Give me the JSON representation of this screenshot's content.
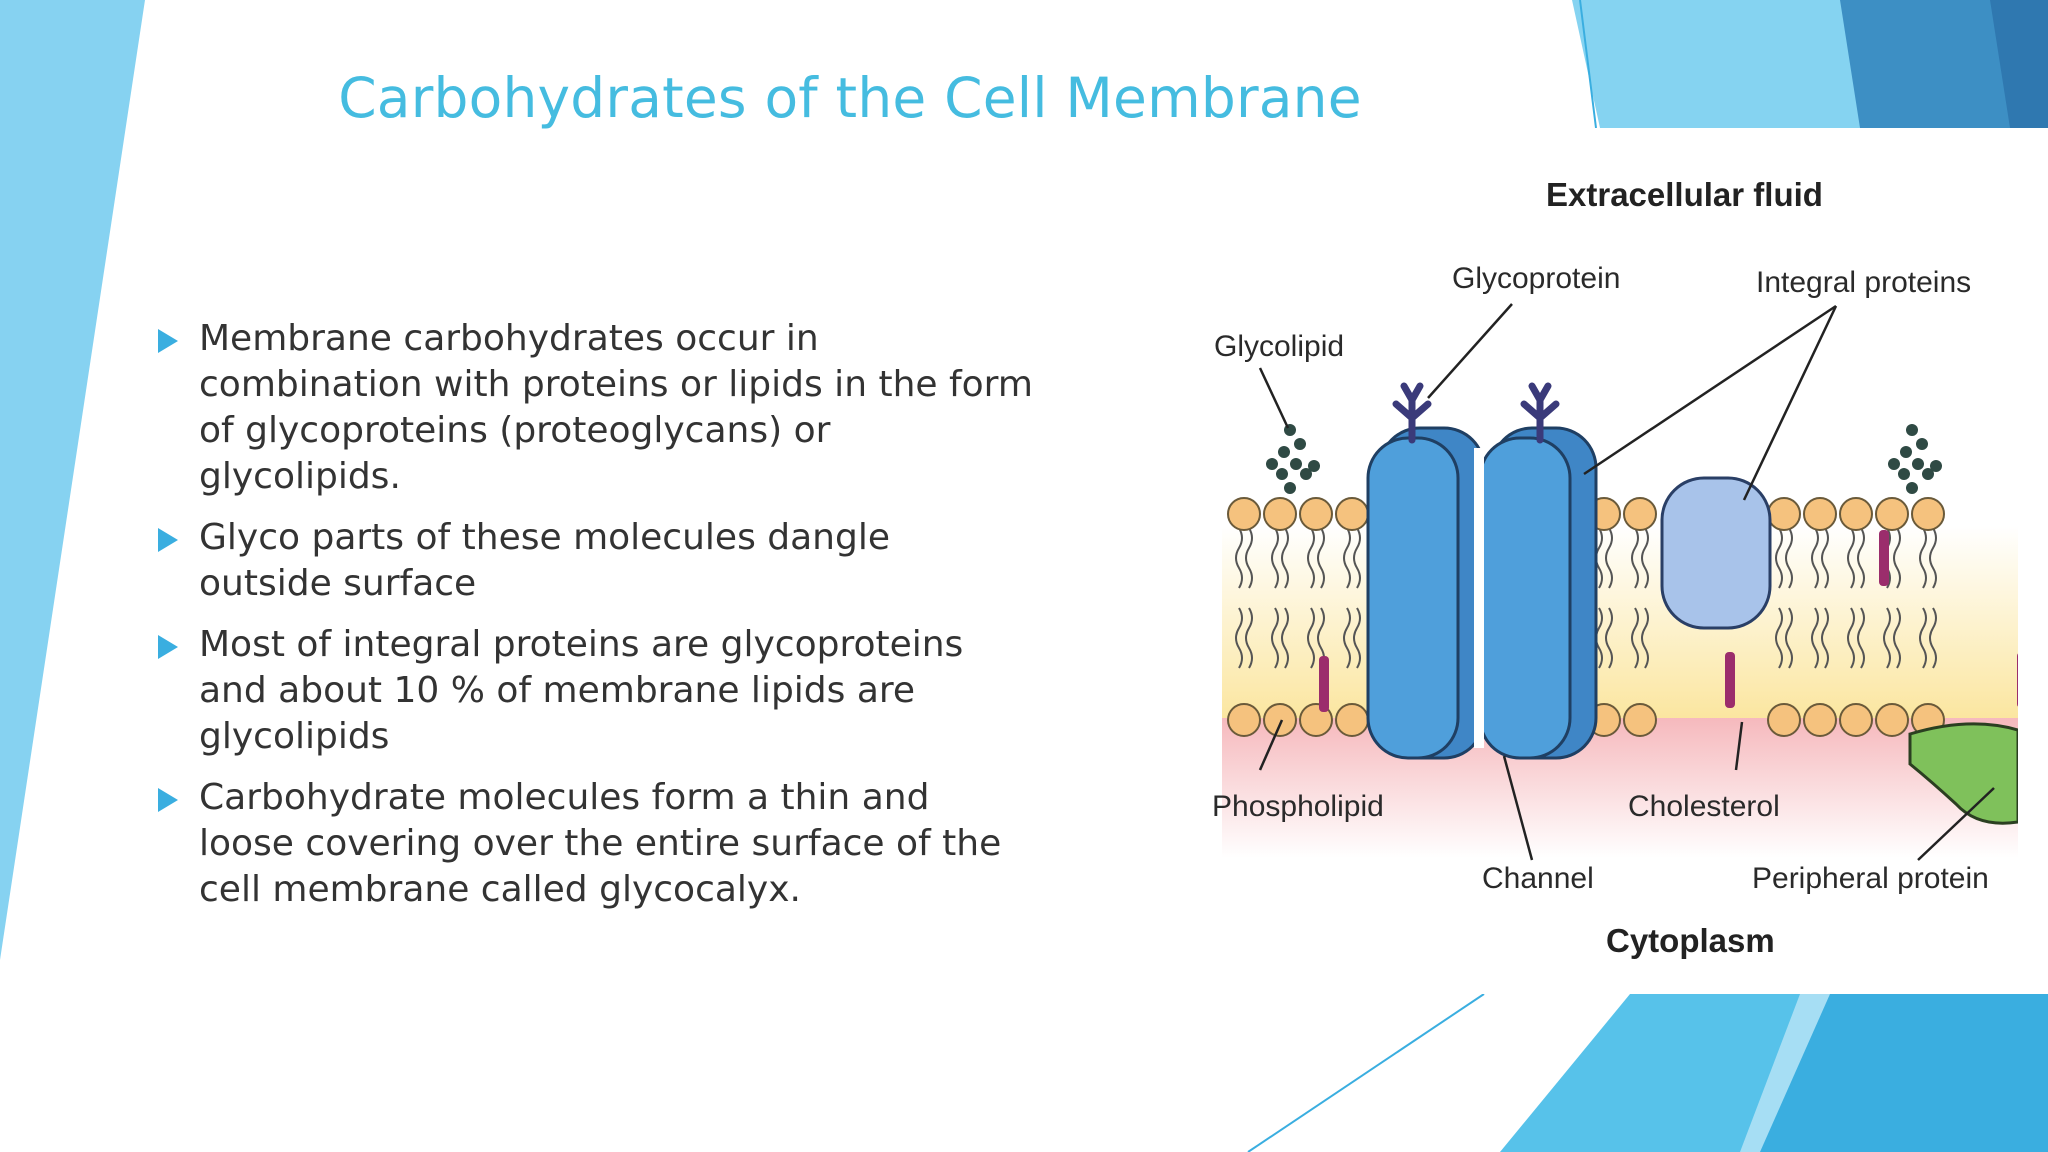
{
  "slide": {
    "title": "Carbohydrates of the Cell Membrane",
    "bullets": [
      "Membrane carbohydrates occur in combination with proteins or lipids in the form of glycoproteins (proteoglycans) or glycolipids.",
      "Glyco parts of these molecules dangle outside surface",
      "Most of integral proteins are glycoproteins and about 10 % of membrane lipids are glycolipids",
      "Carbohydrate molecules form a thin and loose covering over the entire surface of the cell membrane called glycocalyx."
    ]
  },
  "figure": {
    "labels": {
      "extracellular": "Extracellular fluid",
      "glycoprotein": "Glycoprotein",
      "integral": "Integral proteins",
      "glycolipid": "Glycolipid",
      "phospholipid": "Phospholipid",
      "cholesterol": "Cholesterol",
      "channel": "Channel",
      "peripheral": "Peripheral protein",
      "cytoplasm": "Cytoplasm"
    }
  },
  "colors": {
    "title": "#45bce0",
    "accent": "#3aaee0",
    "protein": "#4f9fdb",
    "head": "#f5c27e",
    "sugar": "#2f4a44"
  }
}
